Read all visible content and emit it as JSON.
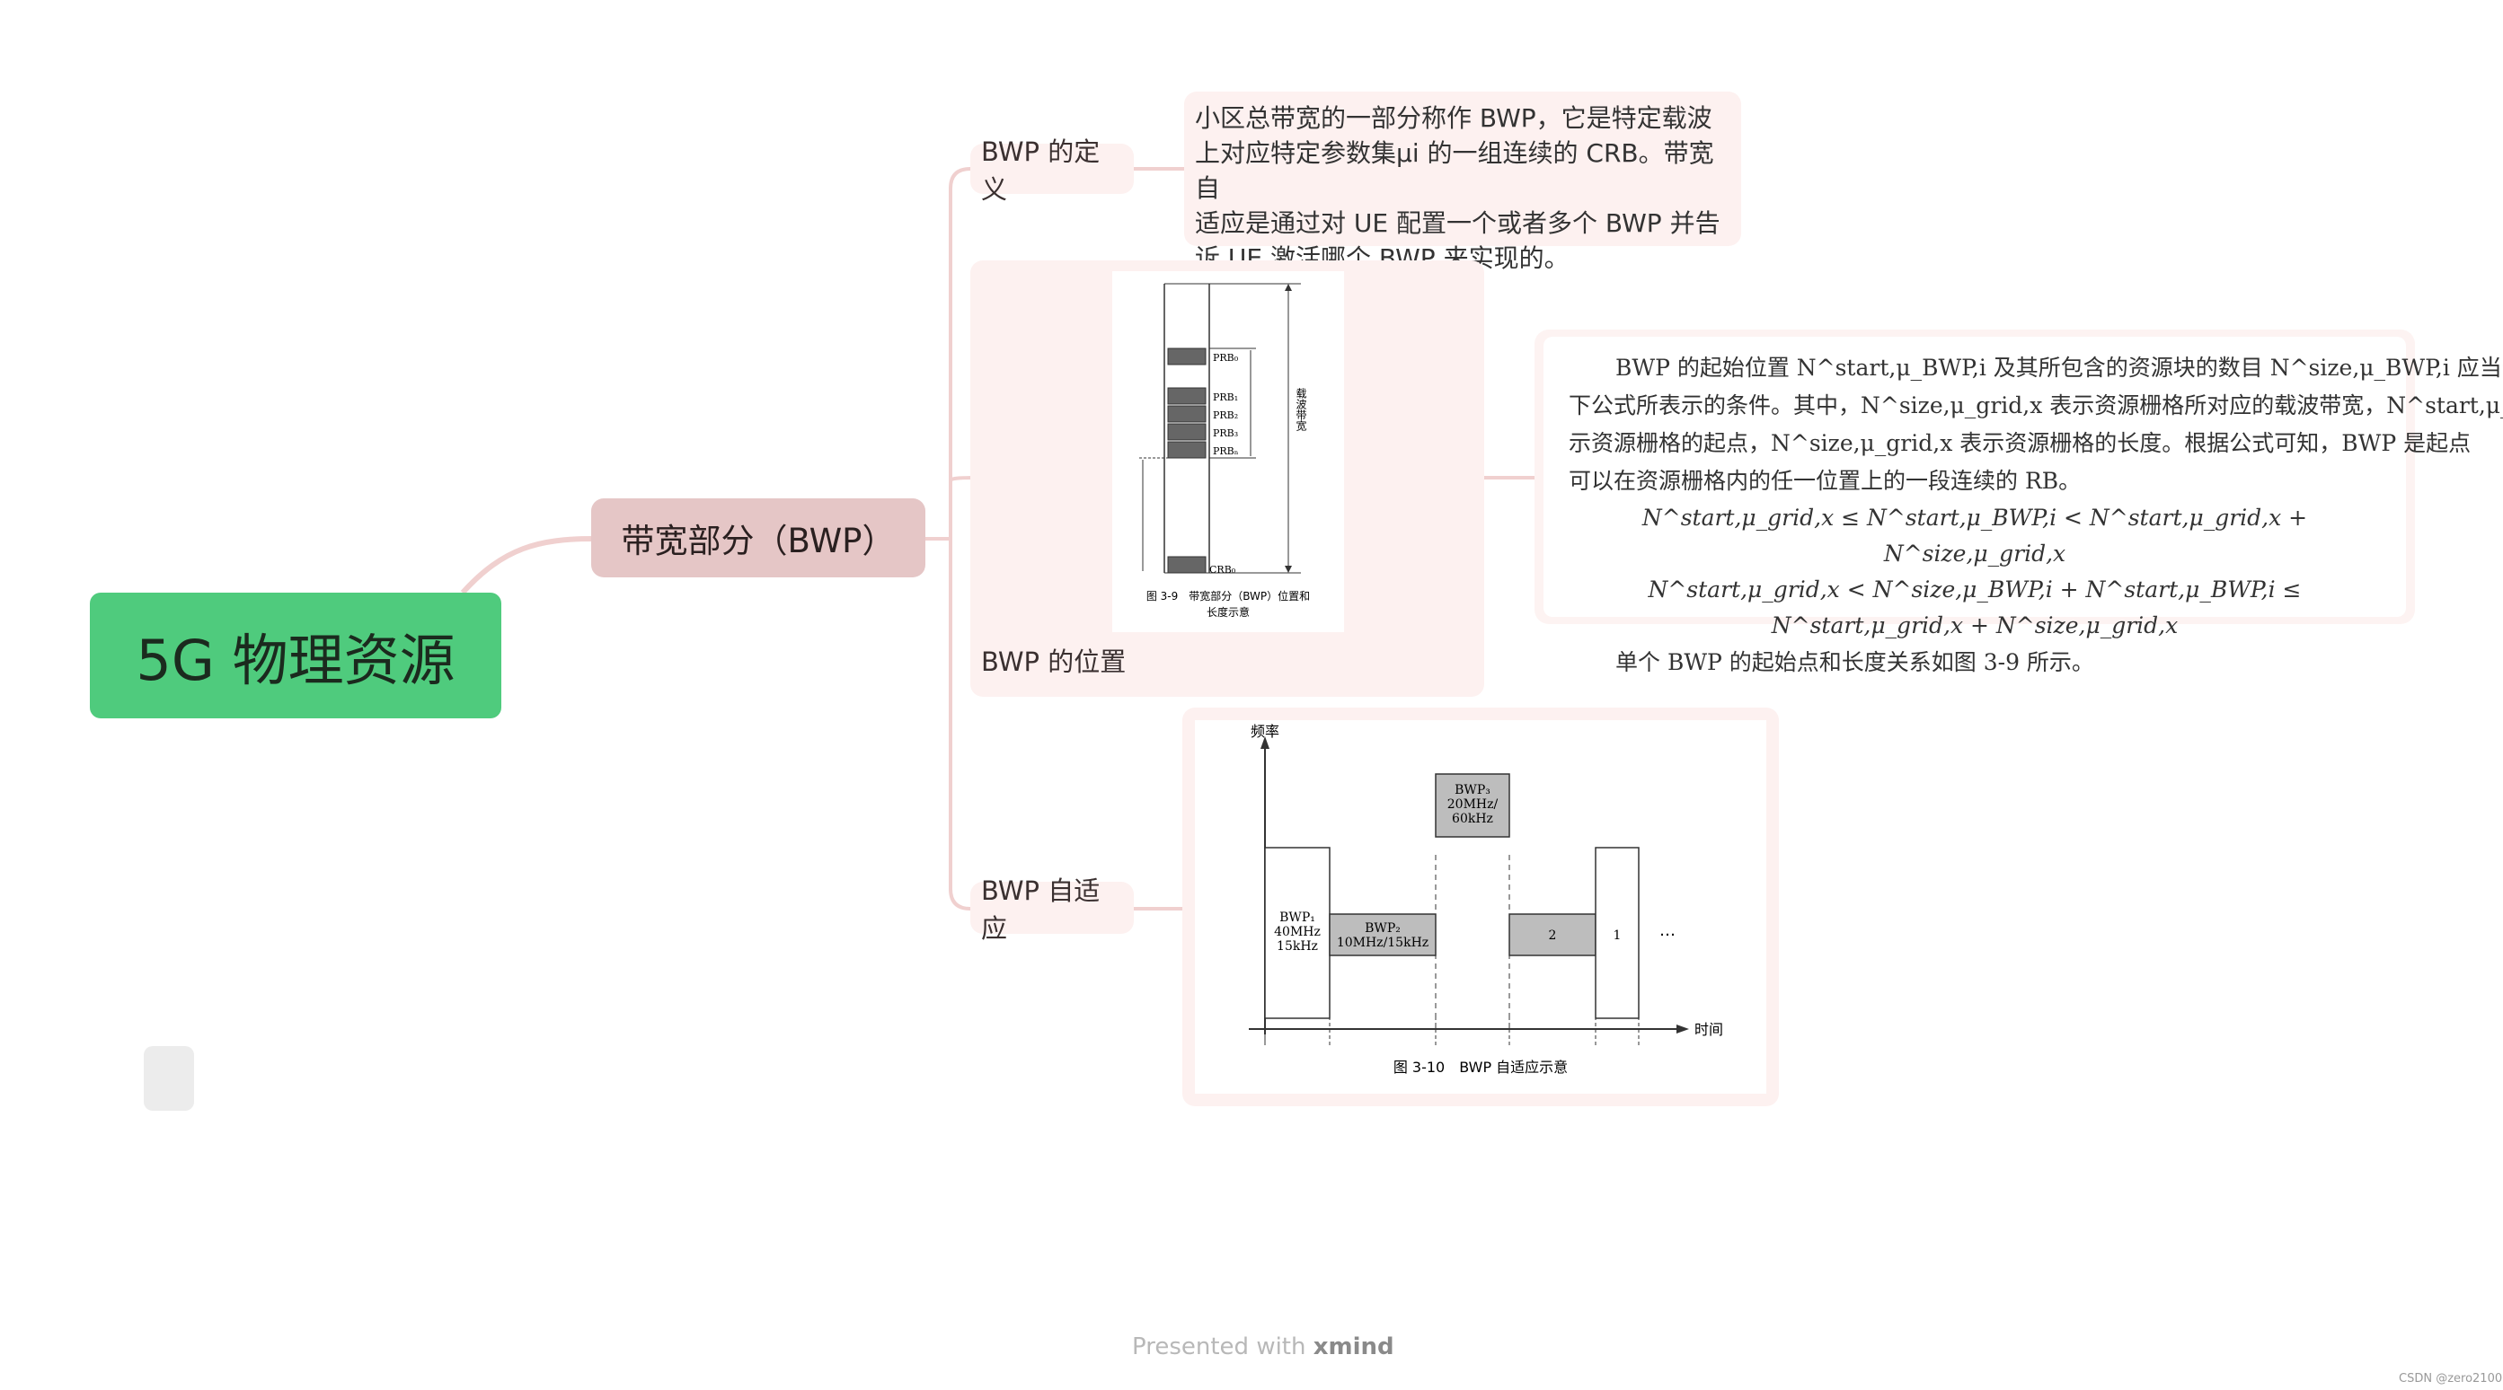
{
  "root": {
    "title": "5G 物理资源"
  },
  "main_topic": {
    "title": "带宽部分（BWP）"
  },
  "subtopics": {
    "definition": {
      "label": "BWP 的定义",
      "note_lines": [
        "小区总带宽的一部分称作 BWP，它是特定载波",
        "上对应特定参数集μi 的一组连续的 CRB。带宽自",
        "适应是通过对 UE 配置一个或者多个 BWP 并告",
        "诉 UE 激活哪个 BWP 来实现的。"
      ]
    },
    "position": {
      "label": "BWP 的位置",
      "figure": {
        "prb_labels": [
          "PRB₀",
          "PRB₁",
          "PRB₂",
          "PRB₃",
          "PRBₙ"
        ],
        "crb_label": "CRB₀",
        "bandwidth_label": "载波带宽",
        "caption_line1": "图 3-9　带宽部分（BWP）位置和",
        "caption_line2": "长度示意"
      },
      "text": {
        "line1": "BWP 的起始位置 N^start,μ_BWP,i 及其所包含的资源块的数目 N^size,μ_BWP,i 应当分别满足以",
        "line2": "下公式所表示的条件。其中，N^size,μ_grid,x 表示资源栅格所对应的载波带宽，N^start,μ_grid,x 表",
        "line3": "示资源栅格的起点，N^size,μ_grid,x 表示资源栅格的长度。根据公式可知，BWP 是起点",
        "line4": "可以在资源栅格内的任一位置上的一段连续的 RB。",
        "eq1": "N^start,μ_grid,x ≤ N^start,μ_BWP,i < N^start,μ_grid,x + N^size,μ_grid,x",
        "eq2": "N^start,μ_grid,x < N^size,μ_BWP,i + N^start,μ_BWP,i ≤ N^start,μ_grid,x + N^size,μ_grid,x",
        "line5": "单个 BWP 的起始点和长度关系如图 3-9 所示。"
      }
    },
    "adaptation": {
      "label": "BWP 自适应",
      "figure": {
        "y_axis": "频率",
        "x_axis": "时间",
        "bwp1": [
          "BWP₁",
          "40MHz",
          "15kHz"
        ],
        "bwp2": [
          "BWP₂",
          "10MHz/15kHz"
        ],
        "bwp3": [
          "BWP₃",
          "20MHz/",
          "60kHz"
        ],
        "block2": "2",
        "block1": "1",
        "ellipsis": "…",
        "caption": "图 3-10　BWP 自适应示意"
      }
    }
  },
  "footer": {
    "presented": "Presented with",
    "brand": "xmind"
  },
  "watermark": "CSDN @zero2100",
  "colors": {
    "root": "#4fcb7d",
    "main": "#e5c6c6",
    "sub": "#fdf1f0",
    "connector": "#f0d0cf"
  }
}
